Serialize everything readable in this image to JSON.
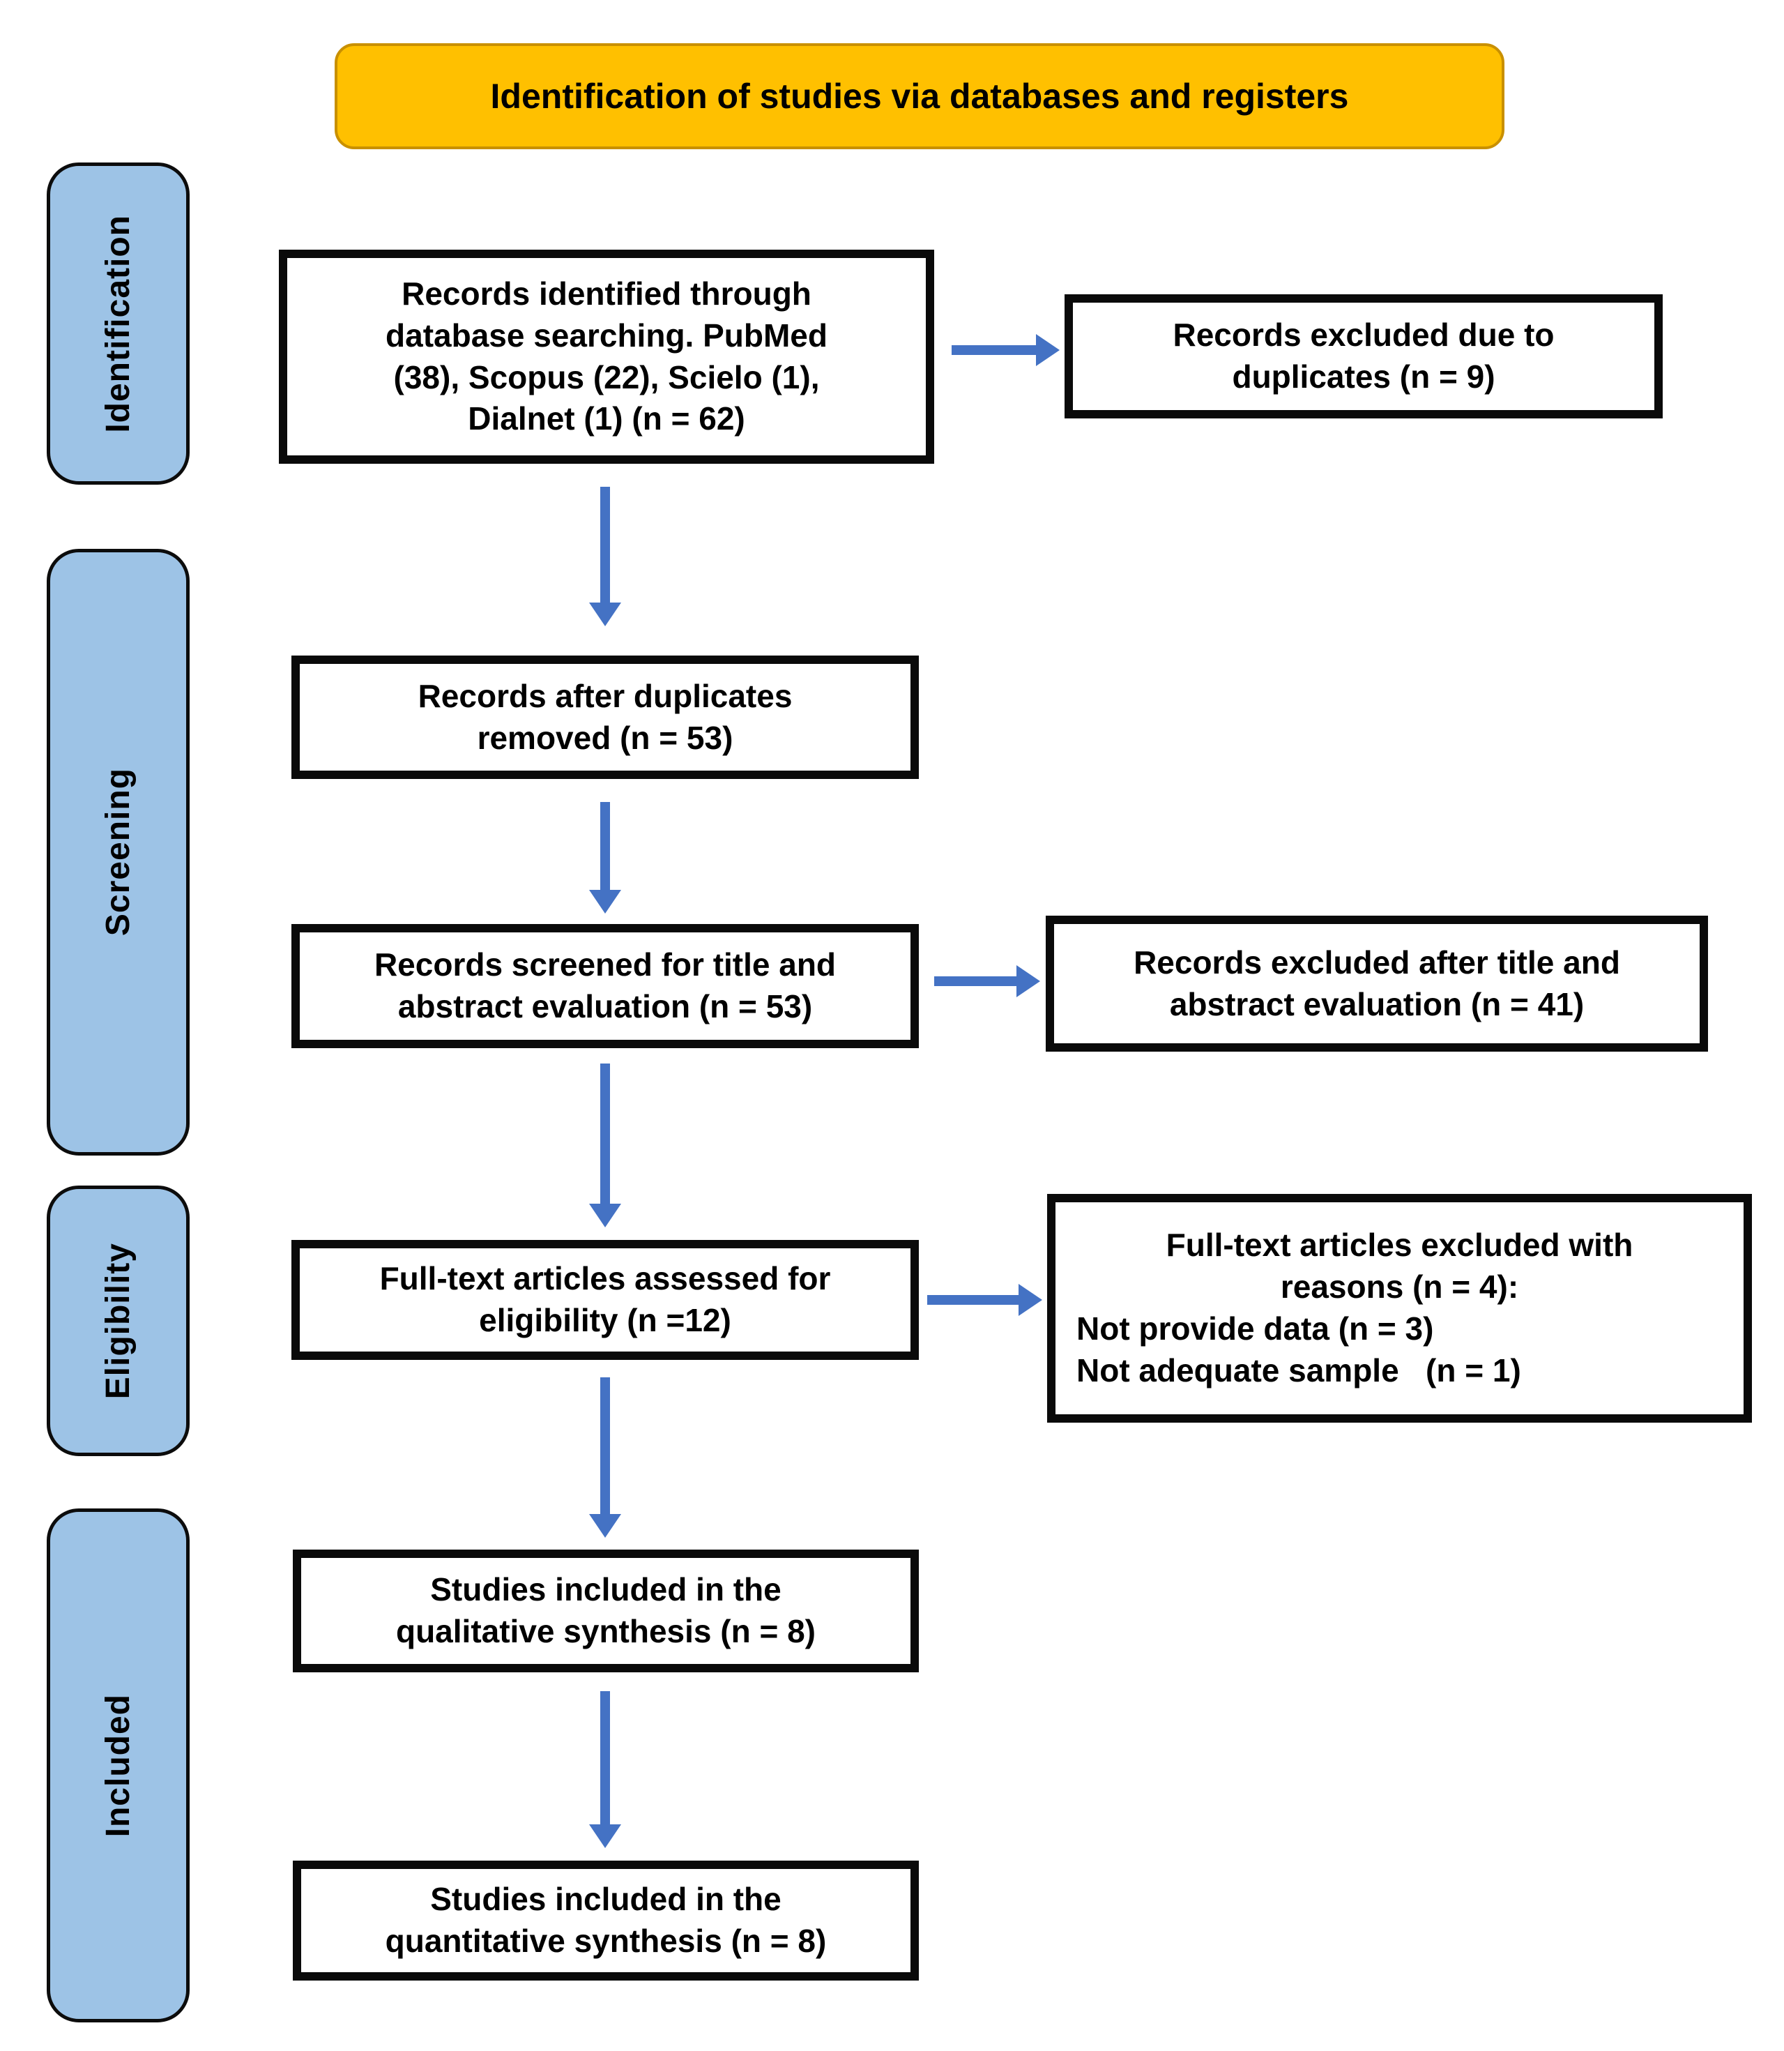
{
  "banner": {
    "title": "Identification of studies via databases and registers"
  },
  "stages": {
    "identification": "Identification",
    "screening": "Screening",
    "eligibility": "Eligibility",
    "included": "Included"
  },
  "flow": {
    "identified": {
      "lines": [
        "Records identified through",
        "database searching. PubMed",
        "(38), Scopus (22), Scielo (1),",
        "Dialnet (1) (n = 62)"
      ]
    },
    "after_duplicates": {
      "lines": [
        "Records after duplicates",
        "removed (n = 53)"
      ]
    },
    "screened": {
      "lines": [
        "Records screened for title and",
        "abstract evaluation (n = 53)"
      ]
    },
    "fulltext": {
      "lines": [
        "Full-text articles assessed for",
        "eligibility (n =12)"
      ]
    },
    "qualitative": {
      "lines": [
        "Studies included in the",
        "qualitative synthesis (n = 8)"
      ]
    },
    "quantitative": {
      "lines": [
        "Studies included in the",
        "quantitative synthesis (n = 8)"
      ]
    }
  },
  "exclusions": {
    "duplicates": {
      "lines": [
        "Records excluded due to",
        "duplicates (n = 9)"
      ]
    },
    "title_abstract": {
      "lines": [
        "Records excluded after title and",
        "abstract evaluation (n = 41)"
      ]
    },
    "fulltext_reasons": {
      "centered_lines": [
        "Full-text articles excluded with",
        "reasons (n = 4):"
      ],
      "left_lines": [
        "Not provide data (n = 3)",
        "Not adequate sample   (n = 1)"
      ]
    }
  },
  "counts": {
    "identified_total": 62,
    "pubmed": 38,
    "scopus": 22,
    "scielo": 1,
    "dialnet": 1,
    "duplicates_excluded": 9,
    "after_duplicates": 53,
    "screened": 53,
    "excluded_title_abstract": 41,
    "fulltext_assessed": 12,
    "fulltext_excluded": 4,
    "not_provide_data": 3,
    "not_adequate_sample": 1,
    "qualitative_included": 8,
    "quantitative_included": 8
  },
  "colors": {
    "banner_bg": "#FFC000",
    "stage_bg": "#9DC3E6",
    "arrow": "#4472C4",
    "box_border": "#000000",
    "box_bg": "#FFFFFF"
  }
}
